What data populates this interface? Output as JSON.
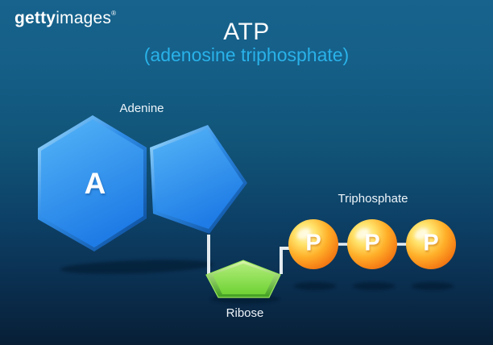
{
  "watermark": {
    "brand_bold": "getty",
    "brand_light": "images",
    "registered": "®"
  },
  "header": {
    "title": "ATP",
    "subtitle": "(adenosine triphosphate)"
  },
  "labels": {
    "adenine": "Adenine",
    "triphosphate": "Triphosphate",
    "ribose": "Ribose"
  },
  "molecule": {
    "adenine_letter": "A",
    "phosphate_letter": "P",
    "phosphate_count": 3
  },
  "colors": {
    "background_top": "#17638d",
    "background_bottom": "#081f36",
    "subtitle_cyan": "#29b2e9",
    "adenine_blue": "#2e8ff2",
    "ribose_green": "#7fd83f",
    "phosphate_orange": "#ffa51f",
    "label_text": "#eef5fa",
    "bond_line": "#e3ebf0"
  }
}
